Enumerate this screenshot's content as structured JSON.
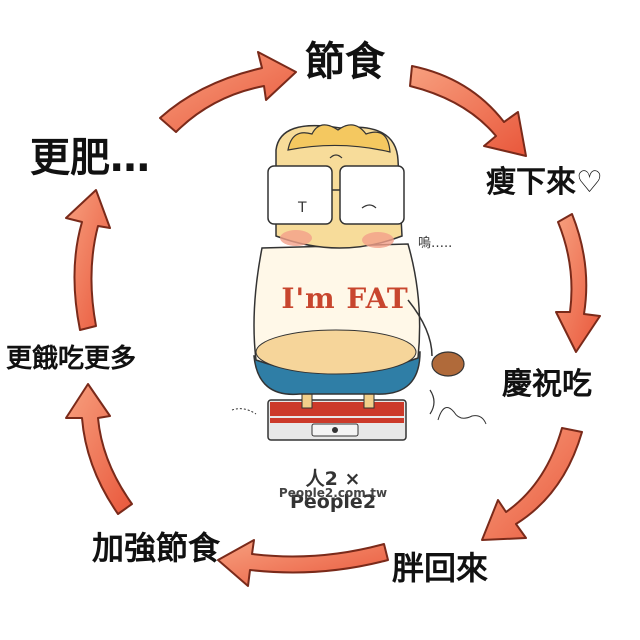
{
  "cycle": {
    "steps": [
      "節食",
      "瘦下來♡",
      "慶祝吃",
      "胖回來",
      "加強節食",
      "更餓吃更多",
      "更肥…"
    ]
  },
  "character": {
    "shirt_text": "I'm FAT",
    "sigh_text": "嗚….."
  },
  "credit": {
    "brand": "人2 × People2",
    "url": "People2.com.tw"
  },
  "colors": {
    "arrow_fill": "#f26d4f",
    "arrow_stroke": "#7a2a1a",
    "shirt_text": "#c8462e"
  }
}
